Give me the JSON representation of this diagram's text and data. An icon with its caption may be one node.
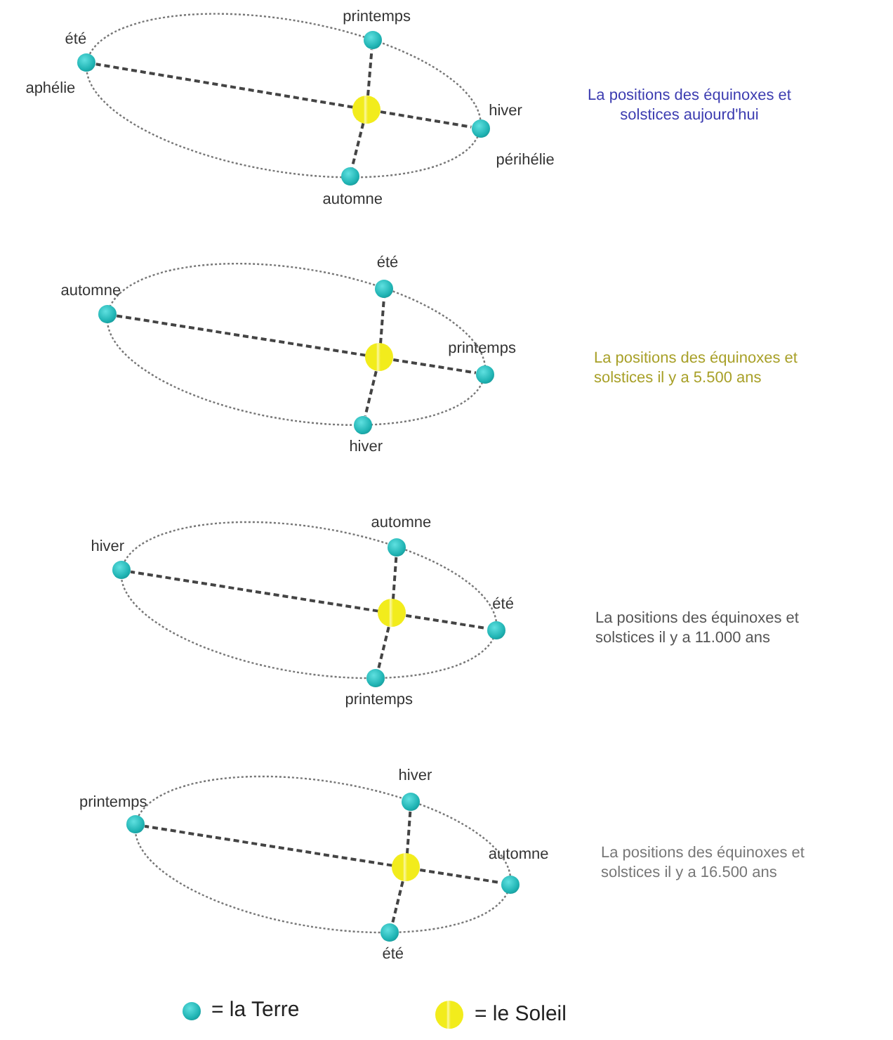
{
  "diagram": {
    "nodes": [
      {
        "text": [
          "été"
        ],
        "beside": [
          "aphélie"
        ]
      },
      {
        "text": [
          "printemps"
        ]
      },
      {
        "text": [],
        "shape": "circle"
      },
      {
        "text": [
          "hiver"
        ],
        "beside": [
          "périhélie"
        ]
      },
      {
        "text": [
          "automne"
        ]
      },
      {
        "text": [
          "automne"
        ]
      },
      {
        "text": [
          "été"
        ]
      },
      {
        "text": [],
        "shape": "circle"
      },
      {
        "text": [
          "printemps"
        ]
      },
      {
        "text": [
          "hiver"
        ]
      },
      {
        "text": [
          "hiver"
        ]
      },
      {
        "text": [
          "automne"
        ]
      },
      {
        "text": [],
        "shape": "circle"
      },
      {
        "text": [
          "été"
        ]
      },
      {
        "text": [
          "printemps"
        ]
      },
      {
        "text": [
          "printemps"
        ]
      },
      {
        "text": [
          "hiver"
        ]
      },
      {
        "text": [],
        "shape": "circle"
      },
      {
        "text": [
          "automne"
        ]
      },
      {
        "text": [
          "été"
        ]
      }
    ],
    "edges": [
      {
        "from": 2,
        "to": 0,
        "arrow": "none",
        "style": "dashed"
      },
      {
        "from": 2,
        "to": 1,
        "arrow": "none",
        "style": "dashed"
      },
      {
        "from": 2,
        "to": 3,
        "arrow": "none",
        "style": "dashed"
      },
      {
        "from": 2,
        "to": 4,
        "arrow": "none",
        "style": "dashed"
      },
      {
        "from": 7,
        "to": 5,
        "arrow": "none",
        "style": "dashed"
      },
      {
        "from": 7,
        "to": 6,
        "arrow": "none",
        "style": "dashed"
      },
      {
        "from": 7,
        "to": 8,
        "arrow": "none",
        "style": "dashed"
      },
      {
        "from": 7,
        "to": 9,
        "arrow": "none",
        "style": "dashed"
      },
      {
        "from": 12,
        "to": 10,
        "arrow": "none",
        "style": "dashed"
      },
      {
        "from": 12,
        "to": 11,
        "arrow": "none",
        "style": "dashed"
      },
      {
        "from": 12,
        "to": 13,
        "arrow": "none",
        "style": "dashed"
      },
      {
        "from": 12,
        "to": 14,
        "arrow": "none",
        "style": "dashed"
      },
      {
        "from": 17,
        "to": 15,
        "arrow": "none",
        "style": "dashed"
      },
      {
        "from": 17,
        "to": 16,
        "arrow": "none",
        "style": "dashed"
      },
      {
        "from": 17,
        "to": 18,
        "arrow": "none",
        "style": "dashed"
      },
      {
        "from": 17,
        "to": 19,
        "arrow": "none",
        "style": "dashed"
      }
    ],
    "labels": [
      "La positions des équinoxes et solstices aujourd'hui",
      "La positions des équinoxes et solstices il y a 5.500 ans",
      "La positions des  équinoxes et solstices il y a 11.000 ans",
      "La positions des  équinoxes et solstices il y a 16.500 ans"
    ],
    "legend": [
      {
        "text": "= la Terre",
        "color": "#1fb3b3"
      },
      {
        "text": "= le Soleil",
        "color": "#f2ec1c"
      }
    ]
  }
}
